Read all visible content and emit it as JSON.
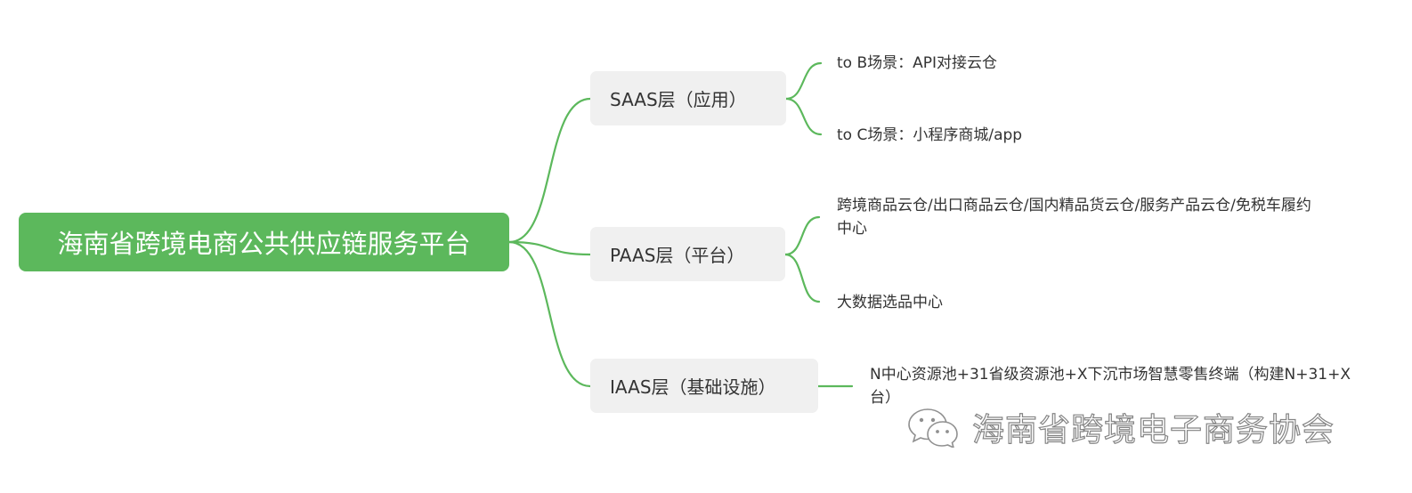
{
  "root": {
    "label": "海南省跨境电商公共供应链服务平台"
  },
  "layers": [
    {
      "label": "SAAS层（应用）",
      "children": [
        "to B场景：API对接云仓",
        "to C场景：小程序商城/app"
      ]
    },
    {
      "label": "PAAS层（平台）",
      "children": [
        "跨境商品云仓/出口商品云仓/国内精品货云仓/服务产品云仓/免税车履约中心",
        "大数据选品中心"
      ]
    },
    {
      "label": "IAAS层（基础设施）",
      "children": [
        "N中心资源池+31省级资源池+X下沉市场智慧零售终端（构建N+31+X台）"
      ]
    }
  ],
  "watermark": {
    "icon": "wechat-icon",
    "text": "海南省跨境电子商务协会"
  },
  "colors": {
    "accent": "#5cb85c",
    "layer_bg": "#f0f0f0",
    "text": "#333333"
  }
}
